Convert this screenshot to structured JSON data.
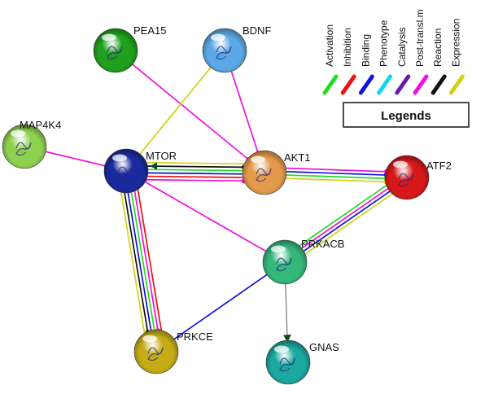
{
  "nodes": [
    {
      "id": "PEA15",
      "label": "PEA15",
      "color": "#1fa01c"
    },
    {
      "id": "BDNF",
      "label": "BDNF",
      "color": "#5aa9e6"
    },
    {
      "id": "MAP4K4",
      "label": "MAP4K4",
      "color": "#8fd14f"
    },
    {
      "id": "MTOR",
      "label": "MTOR",
      "color": "#1a2a9c"
    },
    {
      "id": "AKT1",
      "label": "AKT1",
      "color": "#e39a4a"
    },
    {
      "id": "ATF2",
      "label": "ATF2",
      "color": "#d81818"
    },
    {
      "id": "PRKACB",
      "label": "PRKACB",
      "color": "#33b87a"
    },
    {
      "id": "PRKCE",
      "label": "PRKCE",
      "color": "#c4ac16"
    },
    {
      "id": "GNAS",
      "label": "GNAS",
      "color": "#1aa8a0"
    }
  ],
  "edges": [
    {
      "source": "PEA15",
      "target": "AKT1",
      "types": [
        "post-translational"
      ],
      "end": "dot"
    },
    {
      "source": "BDNF",
      "target": "AKT1",
      "types": [
        "post-translational"
      ],
      "end": "dot"
    },
    {
      "source": "MTOR",
      "target": "BDNF",
      "types": [
        "expression"
      ],
      "end": "dot"
    },
    {
      "source": "MAP4K4",
      "target": "MTOR",
      "types": [
        "post-translational"
      ],
      "end": "dot"
    },
    {
      "source": "MTOR",
      "target": "AKT1",
      "types": [
        "expression",
        "reaction",
        "activation",
        "binding",
        "inhibition",
        "post-translational"
      ],
      "end": "mixed"
    },
    {
      "source": "AKT1",
      "target": "ATF2",
      "types": [
        "post-translational",
        "binding",
        "activation",
        "expression"
      ],
      "end": "dot"
    },
    {
      "source": "MTOR",
      "target": "PRKACB",
      "types": [
        "post-translational"
      ],
      "end": "none"
    },
    {
      "source": "MTOR",
      "target": "PRKCE",
      "types": [
        "inhibition",
        "post-translational",
        "activation",
        "binding",
        "reaction",
        "expression"
      ],
      "end": "mixed"
    },
    {
      "source": "PRKACB",
      "target": "ATF2",
      "types": [
        "activation",
        "post-translational",
        "binding",
        "expression"
      ],
      "end": "none"
    },
    {
      "source": "PRKACB",
      "target": "PRKCE",
      "types": [
        "binding"
      ],
      "end": "none"
    },
    {
      "source": "PRKACB",
      "target": "GNAS",
      "types": [
        "reaction-gray"
      ],
      "end": "arrow"
    }
  ],
  "interaction_colors": {
    "activation": "#22dd22",
    "inhibition": "#ee1111",
    "binding": "#1111dd",
    "phenotype": "#11d8e8",
    "catalysis": "#6a1aa8",
    "post-translational": "#ee11dd",
    "reaction": "#111111",
    "expression": "#d4d012",
    "reaction-gray": "#8a8a8a"
  },
  "legend": {
    "title": "Legends",
    "items": [
      {
        "label": "Activation",
        "color": "#22dd22"
      },
      {
        "label": "Inhibition",
        "color": "#ee1111"
      },
      {
        "label": "Binding",
        "color": "#1111dd"
      },
      {
        "label": "Phenotype",
        "color": "#11d8e8"
      },
      {
        "label": "Catalysis",
        "color": "#6a1aa8"
      },
      {
        "label": "Post-transl.m",
        "color": "#ee11dd"
      },
      {
        "label": "Reaction",
        "color": "#111111"
      },
      {
        "label": "Expression",
        "color": "#d4d012"
      }
    ]
  }
}
